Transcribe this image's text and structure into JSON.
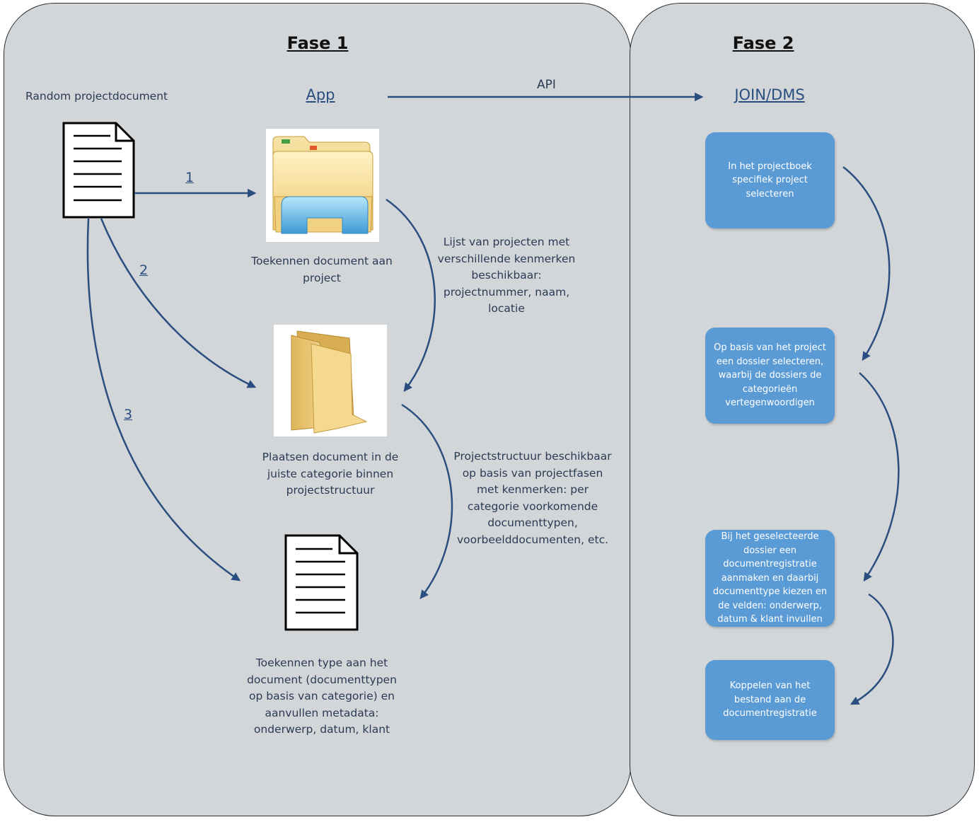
{
  "phase1": {
    "title": "Fase 1"
  },
  "phase2": {
    "title": "Fase 2"
  },
  "source_label": "Random projectdocument",
  "app_label": "App",
  "api_label": "API",
  "dms_label": "JOIN/DMS",
  "arrow_numbers": [
    "1",
    "2",
    "3"
  ],
  "steps": {
    "assign_project": [
      "Toekennen document aan",
      "project"
    ],
    "place_document": [
      "Plaatsen document in de",
      "juiste categorie binnen",
      "projectstructuur"
    ],
    "assign_type": [
      "Toekennen type aan het",
      "document (documenttypen",
      "op basis van categorie) en",
      "aanvullen metadata:",
      "onderwerp, datum, klant"
    ]
  },
  "notes": {
    "project_list": [
      "Lijst van projecten met",
      "verschillende kenmerken",
      "beschikbaar:",
      "projectnummer, naam,",
      "locatie"
    ],
    "project_structure": [
      "Projectstructuur beschikbaar",
      "op basis van projectfasen",
      "met kenmerken: per",
      "categorie voorkomende",
      "documenttypen,",
      "voorbeelddocumenten, etc."
    ]
  },
  "dms_steps": [
    [
      "In het projectboek",
      "specifiek project",
      "selecteren"
    ],
    [
      "Op basis van het project",
      "een dossier selecteren,",
      "waarbij de dossiers de",
      "categorieën",
      "vertegenwoordigen"
    ],
    [
      "Bij het geselecteerde",
      "dossier een",
      "documentregistratie",
      "aanmaken en daarbij",
      "documenttype kiezen en",
      "de velden: onderwerp,",
      "datum & klant invullen"
    ],
    [
      "Koppelen van het",
      "bestand aan de",
      "documentregistratie"
    ]
  ],
  "colors": {
    "panel": "#d3d6d9",
    "arrow": "#2a4e80",
    "box": "#5b9bd5",
    "text": "#2a3a55"
  }
}
